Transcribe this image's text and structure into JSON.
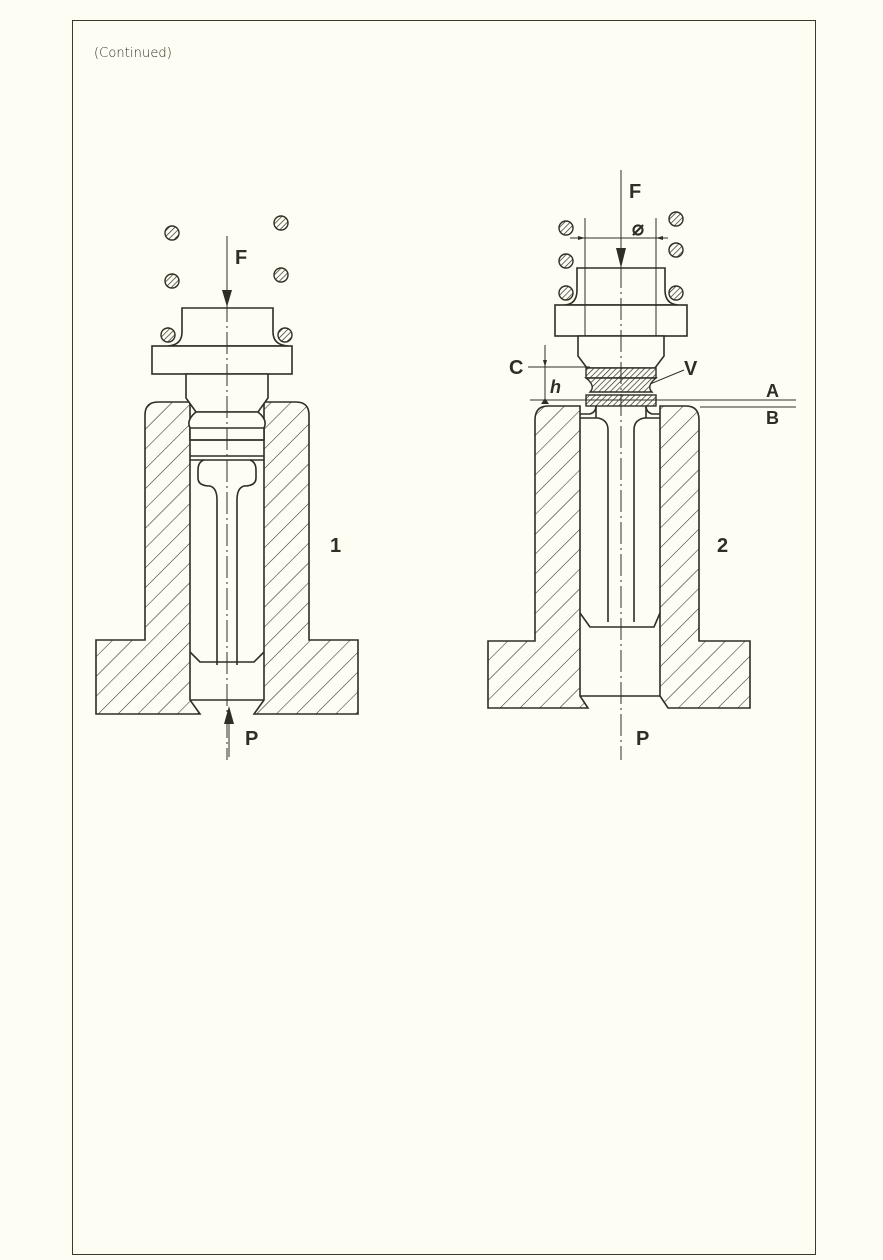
{
  "page": {
    "header_note": "(Continued)",
    "background_color": "#fefdf3",
    "line_color": "#2e2e24"
  },
  "figures": [
    {
      "id": "figure-1",
      "number_label": "1",
      "force_label": "F",
      "pressure_label": "P",
      "description": "Cross-section of valve assembly in die body: spring-loaded plunger with flange, shaft seated in bore, force F downward, pressure P upward"
    },
    {
      "id": "figure-2",
      "number_label": "2",
      "force_label": "F",
      "pressure_label": "P",
      "diameter_symbol": "⌀",
      "callouts": {
        "C": "C",
        "h": "h",
        "V": "V",
        "A": "A",
        "B": "B"
      },
      "description": "Cross-section showing displaced valve with hatched seal rings V, gap height h between reference lines A and B, dimension C"
    }
  ]
}
